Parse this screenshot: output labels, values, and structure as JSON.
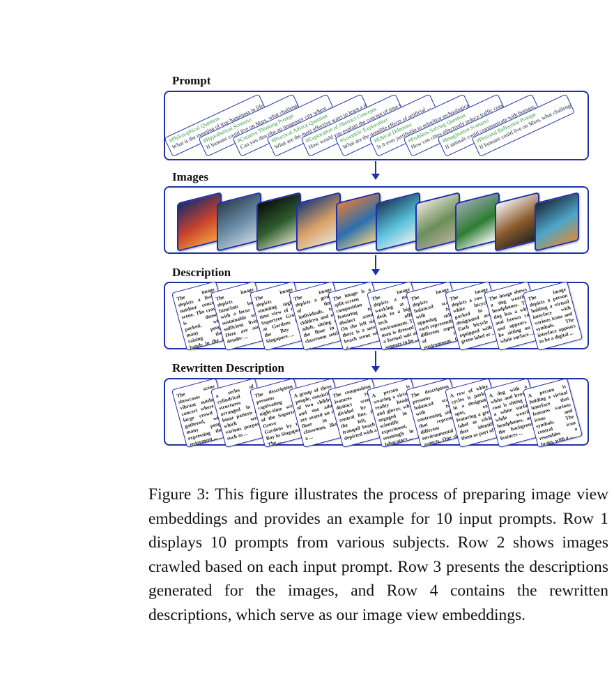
{
  "sections": {
    "prompt": "Prompt",
    "images": "Images",
    "description": "Description",
    "rewritten": "Rewritten Description"
  },
  "prompts": [
    {
      "category": "#Philosophical Question",
      "question": "What is the meaning of true happiness in life?"
    },
    {
      "category": "#Hypothetical Scenario",
      "question": "If humans could live on Mars, what challenges ..."
    },
    {
      "category": "#Creative Thinking Prompt",
      "question": "Can you describe an imaginary city where ..."
    },
    {
      "category": "#Practical Advice Question",
      "question": "What are the most effective ways to learn a new ..."
    },
    {
      "category": "#Exploration of Abstract Concepts",
      "question": "How would you explain the concept of time to ..."
    },
    {
      "category": "#Scientific Exploration",
      "question": "What are the possible effects of artificial ..."
    },
    {
      "category": "#Ethical Dilemma",
      "question": "Is it ever justifiable to prioritize technological ..."
    },
    {
      "category": "#Problem-Solving Question",
      "question": "How can cities effectively reduce traffic congestion ..."
    },
    {
      "category": "#Imaginative Scenario",
      "question": "If animals could communicate with humans, how ..."
    },
    {
      "category": "#Personal Reflection Prompt",
      "question": "If humans could live on Mars, what challenges ..."
    }
  ],
  "images": [
    {
      "name": "concert-crowd-image",
      "colors": [
        "#1a2a6c",
        "#c8432b",
        "#f5a142"
      ]
    },
    {
      "name": "futuristic-base-image",
      "colors": [
        "#2c3e50",
        "#6d8fa8",
        "#c9d6df"
      ]
    },
    {
      "name": "night-supertree-image",
      "colors": [
        "#0b0b0b",
        "#2e5e2e",
        "#d9d9c0"
      ]
    },
    {
      "name": "classroom-image",
      "colors": [
        "#1f3b73",
        "#d9a066",
        "#e8e0d0"
      ]
    },
    {
      "name": "split-screen-image",
      "colors": [
        "#e07b39",
        "#2a6fb0",
        "#f0d080"
      ]
    },
    {
      "name": "office-desk-image",
      "colors": [
        "#1a3a5a",
        "#59c0d9",
        "#e6eef2"
      ]
    },
    {
      "name": "balanced-scale-image",
      "colors": [
        "#e8e4d8",
        "#6b8e5a",
        "#b8b0a0"
      ]
    },
    {
      "name": "bicycles-row-image",
      "colors": [
        "#9aa8b0",
        "#2e7d32",
        "#ffffff"
      ]
    },
    {
      "name": "dog-headphones-image",
      "colors": [
        "#f4f4f4",
        "#8b5a2b",
        "#222222"
      ]
    },
    {
      "name": "virtual-interface-image",
      "colors": [
        "#1b2a3a",
        "#4da6c9",
        "#d98c3a"
      ]
    }
  ],
  "descriptions": [
    "The image depicts a lively outdoor concert scene. The crowd is densely packed, with many people raising their hands in the air ...",
    "The image depicts a futuristic base with a focus on sustainable self-sufficient living. Here are some details: ...",
    "The image depicts a stunning night-time view of the Supertree Grove at Gardens by the Bay in Singapore. ...",
    "The image depicts a group of three individuals, two children and one adult, sitting on the floor in a classroom setting ...",
    "The image is a split-screen composition featuring two distinct scenes. On the left side, there is a serene beach scene with a ...",
    "The image depicts a man working at a desk in a high-tech office environment. The man is dressed in a formal suit and appears to be ...",
    "The image depicts a balanced scale with two opposing sides, each representing different aspects of the environment. On the left side ...",
    "The image depicts a row of white bicycles parked in a designated area. Each bicycle is equipped with a green label or ...",
    "The image shows a dog wearing headphones. The dog has a white and brown coat and appears to be sitting on a white surface ...",
    "The image depicts a person holding a virtual interface with various icons and symbols. The interface appears to be a digital ..."
  ],
  "rewritten": [
    "The scene showcases a vibrant outdoor concert where a large crowd is gathered, with many people expressing their enjoyment ...",
    "a series of cylindrical structures arranged in a lunar pattern on which serve various purposes such as ...",
    "The description presents a captivating night-time scene of the Supertree Grove at Gardens by the Bay in Singapore. The ...",
    "A group of three people, consisting of two children and one adult, are seated on the floor in a classroom, likely a ...",
    "The composition features two distinct scenes divided by a central line. On the left, a tranquil beach is depicted with a ...",
    "A person is wearing a virtual reality headset and gloves, while engaged in a scientific experiment, seemingly in a laboratory ...",
    "The description presents a balanced scale with two contrasting sides that represent different environmental aspects. One side ...",
    "A row of white cycles is parked in a designated spot, each featuring a green label or sticker that identifies them as part of ...",
    "A dog with a white and brown coat is sitting on a white surface while wearing headphones, and the background features ...",
    "A person is holding a virtual interface that features various icons and symbols. The central icon resembles a brain, with a ..."
  ],
  "caption": "Figure 3: This figure illustrates the process of preparing image view embeddings and provides an example for 10 input prompts. Row 1 displays 10 prompts from various subjects. Row 2 shows images crawled based on each input prompt. Row 3 presents the descriptions generated for the images, and Row 4 contains the rewritten descriptions, which serve as our image view embeddings."
}
